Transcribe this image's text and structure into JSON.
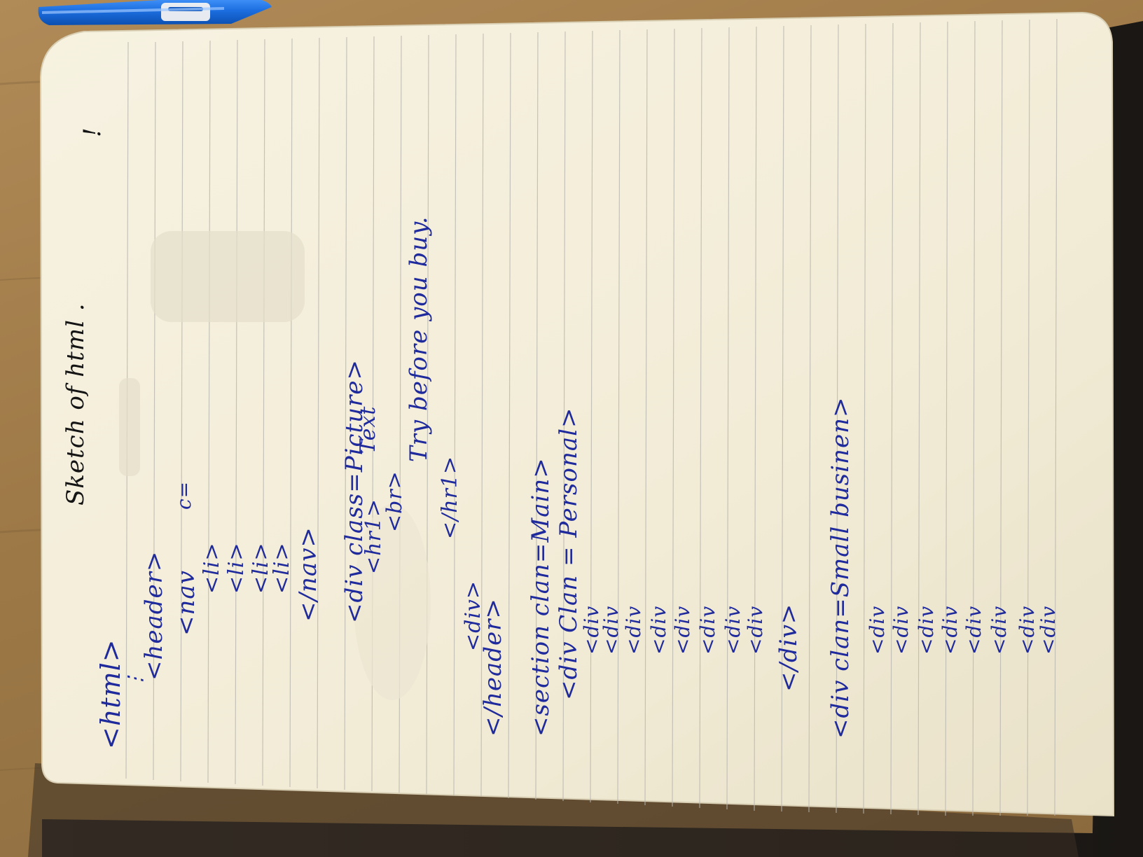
{
  "colors": {
    "ink": "#1f2a9c",
    "pencil": "#141414",
    "paper": "#f4efdc",
    "table": "#a07c4a",
    "pen_body": "#1c6ee0"
  },
  "objects": [
    "ballpoint-pen-icon",
    "notebook-page",
    "wooden-table"
  ],
  "notes": {
    "heading": "Sketch of html .",
    "exclaim": "!",
    "html_open": "<html>",
    "ellipsis": "⋮",
    "header_open": "<header>",
    "nav_open": "<nav",
    "nav_class": "c=",
    "li_1": "<li>",
    "li_2": "<li>",
    "li_3": "<li>",
    "li_4": "<li>",
    "nav_close": "</nav>",
    "div_picture": "<div class=Picture>",
    "hr1": "<hr1>",
    "text": "Text",
    "br": "<br>",
    "tagline": "Try before you buy.",
    "hr1_close": "</hr1>",
    "div_end": "<div>",
    "header_close": "</header>",
    "section_main": "<section clan=Main>",
    "div_personal": "<div Clan = Personal>",
    "div_items_a": [
      "<div",
      "<div",
      "<div",
      "<div",
      "<div",
      "<div",
      "<div",
      "<div"
    ],
    "div_close": "</div>",
    "div_small": "<div clan=Small businen>",
    "div_items_b": [
      "<div",
      "<div",
      "<div",
      "<div",
      "<div",
      "<div",
      "<div",
      "<div"
    ]
  }
}
